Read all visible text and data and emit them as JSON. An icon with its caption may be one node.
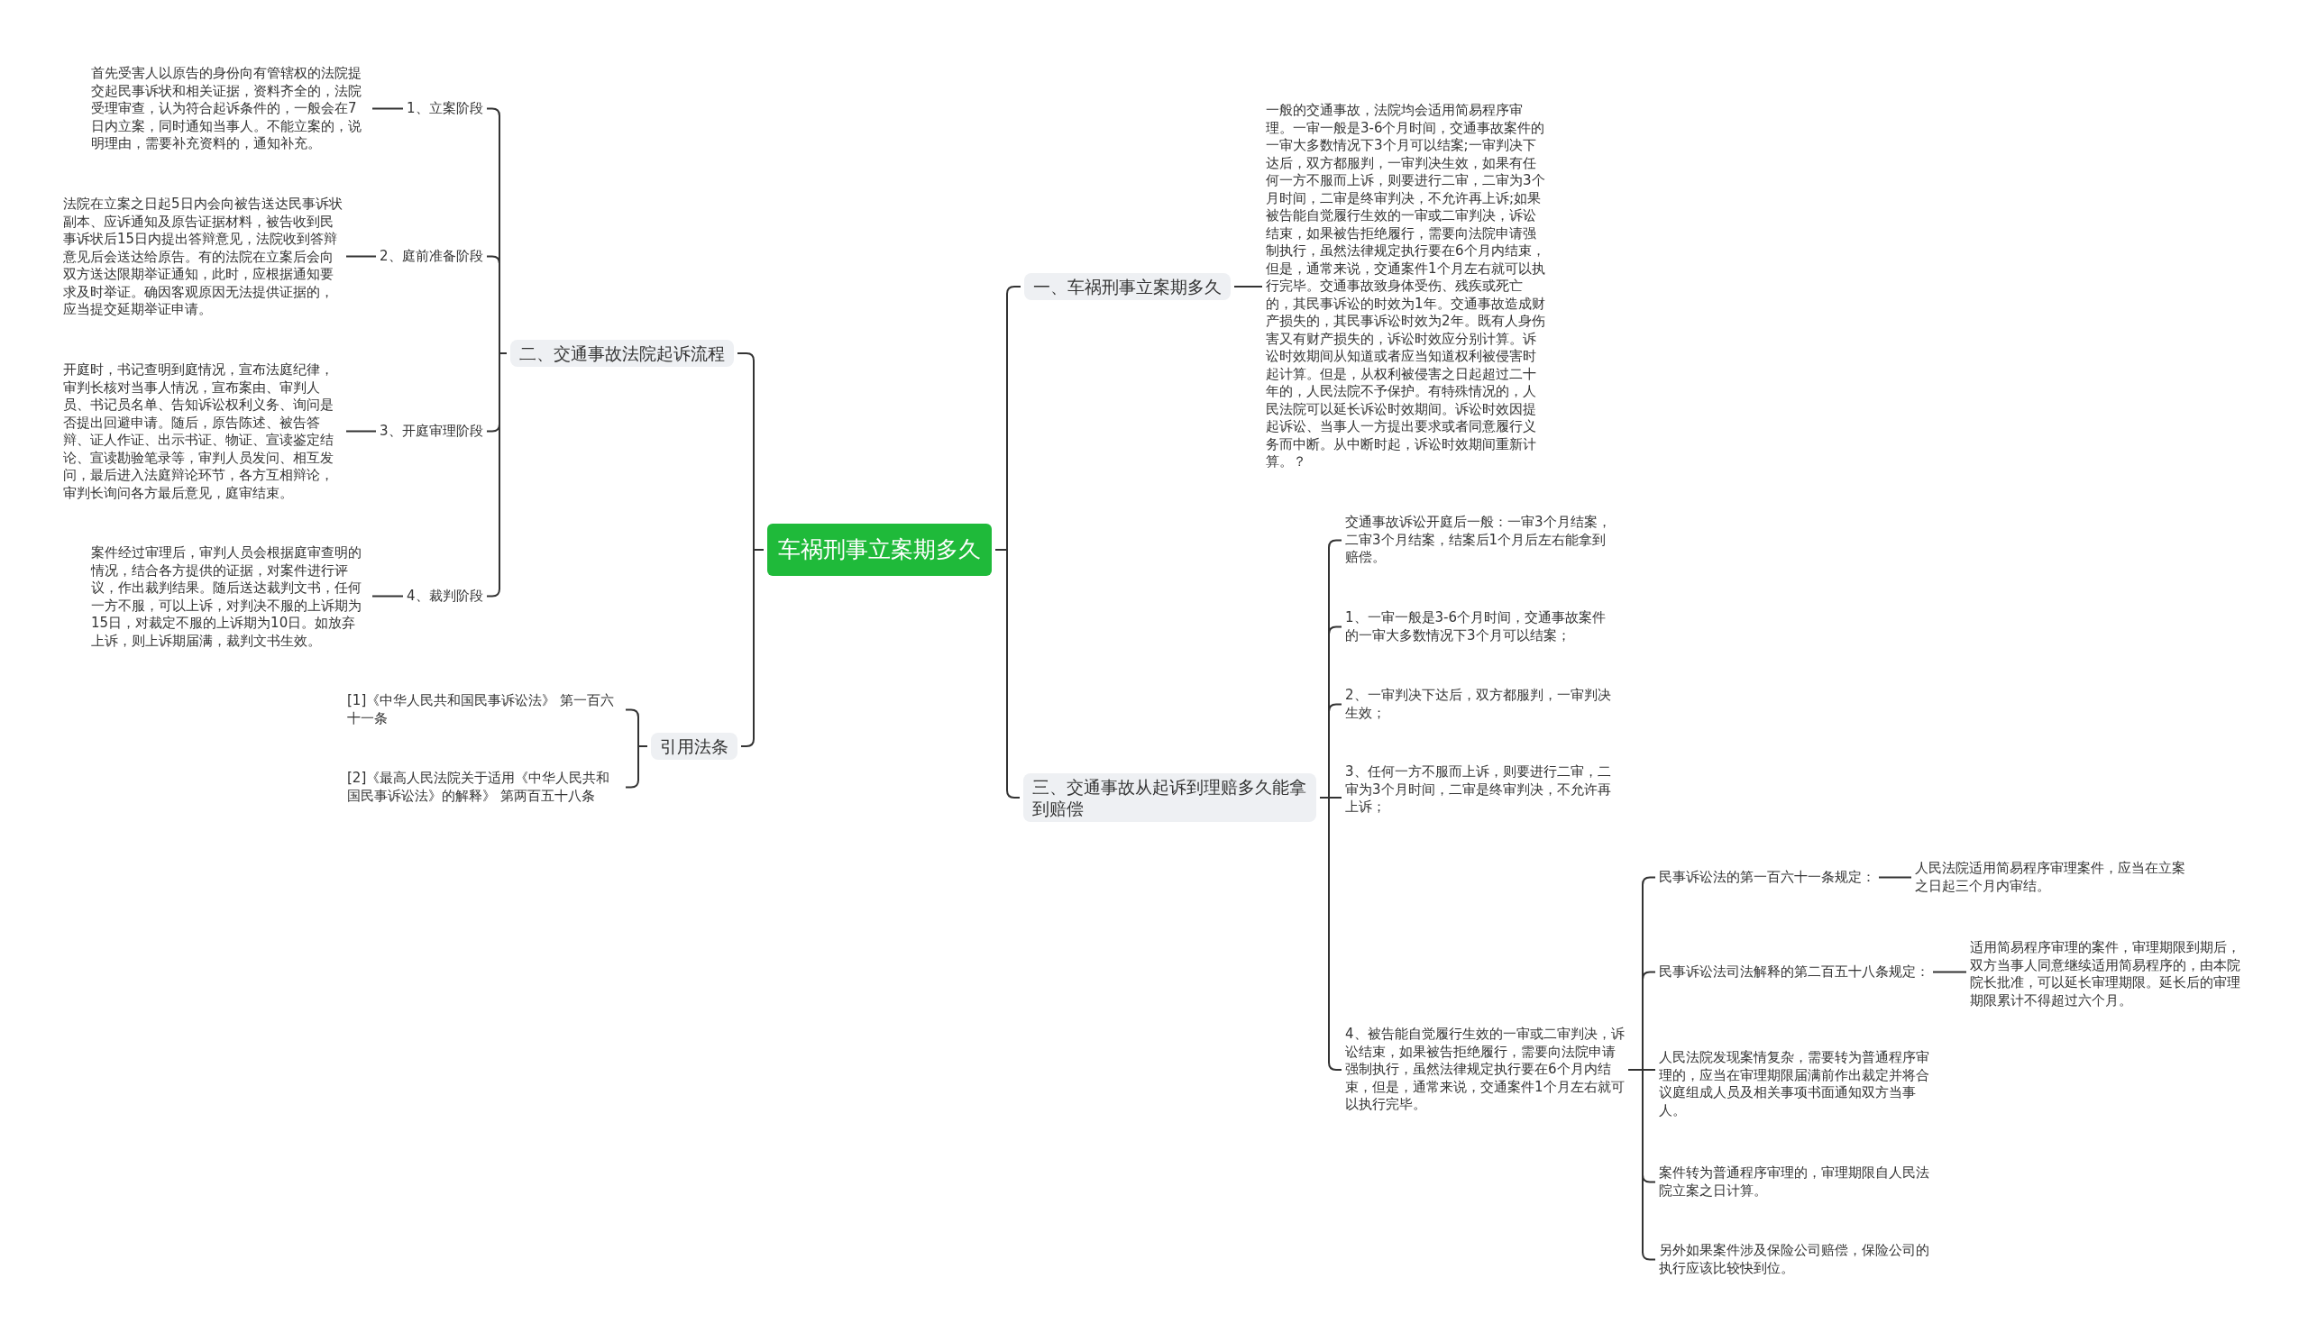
{
  "diagram": {
    "nodes": [
      {
        "text": [
          "车祸刑事立案期多久"
        ]
      },
      {
        "text": [
          "二、交通事故法院起诉流程"
        ]
      },
      {
        "text": [
          "1、立案阶段"
        ]
      },
      {
        "text": [
          "首先受害人以原告的身份向有管辖权的法院提交起民事诉状和相关证据，资料齐全的，法院受理审查，认为符合起诉条件的，一般会在7日内立案，同时通知当事人。不能立案的，说明理由，需要补充资料的，通知补充。"
        ]
      },
      {
        "text": [
          "2、庭前准备阶段"
        ]
      },
      {
        "text": [
          "法院在立案之日起5日内会向被告送达民事诉状副本、应诉通知及原告证据材料，被告收到民事诉状后15日内提出答辩意见，法院收到答辩意见后会送达给原告。有的法院在立案后会向双方送达限期举证通知，此时，应根据通知要求及时举证。确因客观原因无法提供证据的，应当提交延期举证申请。"
        ]
      },
      {
        "text": [
          "3、开庭审理阶段"
        ]
      },
      {
        "text": [
          "开庭时，书记查明到庭情况，宣布法庭纪律，审判长核对当事人情况，宣布案由、审判人员、书记员名单、告知诉讼权利义务、询问是否提出回避申请。随后，原告陈述、被告答辩、证人作证、出示书证、物证、宣读鉴定结论、宣读勘验笔录等，审判人员发问、相互发问，最后进入法庭辩论环节，各方互相辩论，审判长询问各方最后意见，庭审结束。"
        ]
      },
      {
        "text": [
          "4、裁判阶段"
        ]
      },
      {
        "text": [
          "案件经过审理后，审判人员会根据庭审查明的情况，结合各方提供的证据，对案件进行评议，作出裁判结果。随后送达裁判文书，任何一方不服，可以上诉，对判决不服的上诉期为15日，对裁定不服的上诉期为10日。如放弃上诉，则上诉期届满，裁判文书生效。"
        ]
      },
      {
        "text": [
          "引用法条"
        ]
      },
      {
        "text": [
          "[1]《中华人民共和国民事诉讼法》 第一百六十一条"
        ]
      },
      {
        "text": [
          "[2]《最高人民法院关于适用《中华人民共和国民事诉讼法》的解释》 第两百五十八条"
        ]
      },
      {
        "text": [
          "一、车祸刑事立案期多久"
        ]
      },
      {
        "text": [
          "一般的交通事故，法院均会适用简易程序审理。一审一般是3-6个月时间，交通事故案件的一审大多数情况下3个月可以结案;一审判决下达后，双方都服判，一审判决生效，如果有任何一方不服而上诉，则要进行二审，二审为3个月时间，二审是终审判决，不允许再上诉;如果被告能自觉履行生效的一审或二审判决，诉讼结束，如果被告拒绝履行，需要向法院申请强制执行，虽然法律规定执行要在6个月内结束，但是，通常来说，交通案件1个月左右就可以执行完毕。交通事故致身体受伤、残疾或死亡的，其民事诉讼的时效为1年。交通事故造成财产损失的，其民事诉讼时效为2年。既有人身伤害又有财产损失的，诉讼时效应分别计算。诉讼时效期间从知道或者应当知道权利被侵害时起计算。但是，从权利被侵害之日起超过二十年的，人民法院不予保护。有特殊情况的，人民法院可以延长诉讼时效期间。诉讼时效因提起诉讼、当事人一方提出要求或者同意履行义务而中断。从中断时起，诉讼时效期间重新计算。？"
        ]
      },
      {
        "text": [
          "三、交通事故从起诉到理赔多久能拿到赔偿"
        ]
      },
      {
        "text": [
          "交通事故诉讼开庭后一般：一审3个月结案，二审3个月结案，结案后1个月后左右能拿到赔偿。"
        ]
      },
      {
        "text": [
          "1、一审一般是3-6个月时间，交通事故案件的一审大多数情况下3个月可以结案；"
        ]
      },
      {
        "text": [
          "2、一审判决下达后，双方都服判，一审判决生效；"
        ]
      },
      {
        "text": [
          "3、任何一方不服而上诉，则要进行二审，二审为3个月时间，二审是终审判决，不允许再上诉；"
        ]
      },
      {
        "text": [
          "4、被告能自觉履行生效的一审或二审判决，诉讼结束，如果被告拒绝履行，需要向法院申请强制执行，虽然法律规定执行要在6个月内结束，但是，通常来说，交通案件1个月左右就可以执行完毕。"
        ]
      },
      {
        "text": [
          "民事诉讼法的第一百六十一条规定："
        ]
      },
      {
        "text": [
          "人民法院适用简易程序审理案件，应当在立案之日起三个月内审结。"
        ]
      },
      {
        "text": [
          "民事诉讼法司法解释的第二百五十八条规定："
        ]
      },
      {
        "text": [
          "适用简易程序审理的案件，审理期限到期后，双方当事人同意继续适用简易程序的，由本院院长批准，可以延长审理期限。延长后的审理期限累计不得超过六个月。"
        ]
      },
      {
        "text": [
          "人民法院发现案情复杂，需要转为普通程序审理的，应当在审理期限届满前作出裁定并将合议庭组成人员及相关事项书面通知双方当事人。"
        ]
      },
      {
        "text": [
          "案件转为普通程序审理的，审理期限自人民法院立案之日计算。"
        ]
      },
      {
        "text": [
          "另外如果案件涉及保险公司赔偿，保险公司的执行应该比较快到位。"
        ]
      }
    ],
    "edges": [
      {
        "from": 0,
        "to": 1,
        "arrow": "none"
      },
      {
        "from": 1,
        "to": 2,
        "arrow": "none"
      },
      {
        "from": 2,
        "to": 3,
        "arrow": "none"
      },
      {
        "from": 1,
        "to": 4,
        "arrow": "none"
      },
      {
        "from": 4,
        "to": 5,
        "arrow": "none"
      },
      {
        "from": 1,
        "to": 6,
        "arrow": "none"
      },
      {
        "from": 6,
        "to": 7,
        "arrow": "none"
      },
      {
        "from": 1,
        "to": 8,
        "arrow": "none"
      },
      {
        "from": 8,
        "to": 9,
        "arrow": "none"
      },
      {
        "from": 0,
        "to": 10,
        "arrow": "none"
      },
      {
        "from": 10,
        "to": 11,
        "arrow": "none"
      },
      {
        "from": 10,
        "to": 12,
        "arrow": "none"
      },
      {
        "from": 0,
        "to": 13,
        "arrow": "none"
      },
      {
        "from": 13,
        "to": 14,
        "arrow": "none"
      },
      {
        "from": 0,
        "to": 15,
        "arrow": "none"
      },
      {
        "from": 15,
        "to": 16,
        "arrow": "none"
      },
      {
        "from": 15,
        "to": 17,
        "arrow": "none"
      },
      {
        "from": 15,
        "to": 18,
        "arrow": "none"
      },
      {
        "from": 15,
        "to": 19,
        "arrow": "none"
      },
      {
        "from": 15,
        "to": 20,
        "arrow": "none"
      },
      {
        "from": 20,
        "to": 21,
        "arrow": "none"
      },
      {
        "from": 21,
        "to": 22,
        "arrow": "none"
      },
      {
        "from": 20,
        "to": 23,
        "arrow": "none"
      },
      {
        "from": 23,
        "to": 24,
        "arrow": "none"
      },
      {
        "from": 20,
        "to": 25,
        "arrow": "none"
      },
      {
        "from": 20,
        "to": 26,
        "arrow": "none"
      },
      {
        "from": 20,
        "to": 27,
        "arrow": "none"
      }
    ]
  }
}
